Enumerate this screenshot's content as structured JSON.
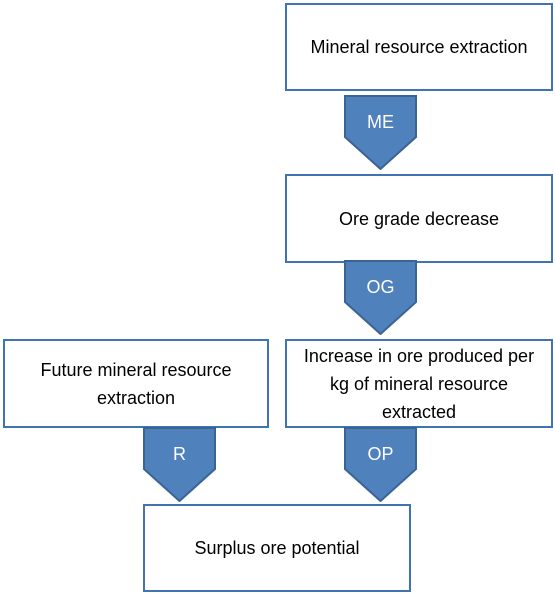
{
  "nodes": {
    "mineral_extraction": "Mineral resource extraction",
    "ore_grade_decrease": "Ore grade decrease",
    "future_extraction": "Future mineral resource extraction",
    "ore_increase": "Increase in ore produced per kg of mineral resource extracted",
    "surplus": "Surplus ore potential"
  },
  "arrows": {
    "me": "ME",
    "og": "OG",
    "r": "R",
    "op": "OP"
  },
  "colors": {
    "box_border": "#3f73b2",
    "arrow_fill": "#4f81bd",
    "arrow_stroke": "#3a6496",
    "arrow_text": "#ffffff"
  }
}
